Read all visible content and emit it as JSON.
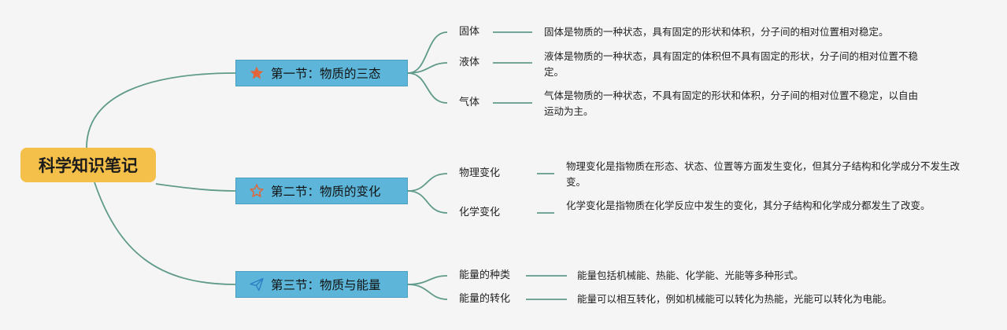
{
  "root": {
    "label": "科学知识笔记"
  },
  "sections": [
    {
      "label": "第一节：物质的三态",
      "icon": "star-filled-icon",
      "icon_color": "#e0653a",
      "topics": [
        {
          "label": "固体",
          "desc": "固体是物质的一种状态，具有固定的形状和体积，分子间的相对位置相对稳定。"
        },
        {
          "label": "液体",
          "desc": "液体是物质的一种状态，具有固定的体积但不具有固定的形状，分子间的相对位置不稳定。"
        },
        {
          "label": "气体",
          "desc": "气体是物质的一种状态，不具有固定的形状和体积，分子间的相对位置不稳定，以自由运动为主。"
        }
      ]
    },
    {
      "label": "第二节：物质的变化",
      "icon": "star-outline-icon",
      "icon_color": "#e0653a",
      "topics": [
        {
          "label": "物理变化",
          "desc": "物理变化是指物质在形态、状态、位置等方面发生变化，但其分子结构和化学成分不发生改变。"
        },
        {
          "label": "化学变化",
          "desc": "化学变化是指物质在化学反应中发生的变化，其分子结构和化学成分都发生了改变。"
        }
      ]
    },
    {
      "label": "第三节：物质与能量",
      "icon": "paper-plane-icon",
      "icon_color": "#2f7fc4",
      "topics": [
        {
          "label": "能量的种类",
          "desc": "能量包括机械能、热能、化学能、光能等多种形式。"
        },
        {
          "label": "能量的转化",
          "desc": "能量可以相互转化，例如机械能可以转化为热能，光能可以转化为电能。"
        }
      ]
    }
  ],
  "colors": {
    "line": "#5f9a8a",
    "root_bg": "#f5c04a",
    "section_bg": "#5db6d9",
    "background": "#f5f5f5"
  }
}
